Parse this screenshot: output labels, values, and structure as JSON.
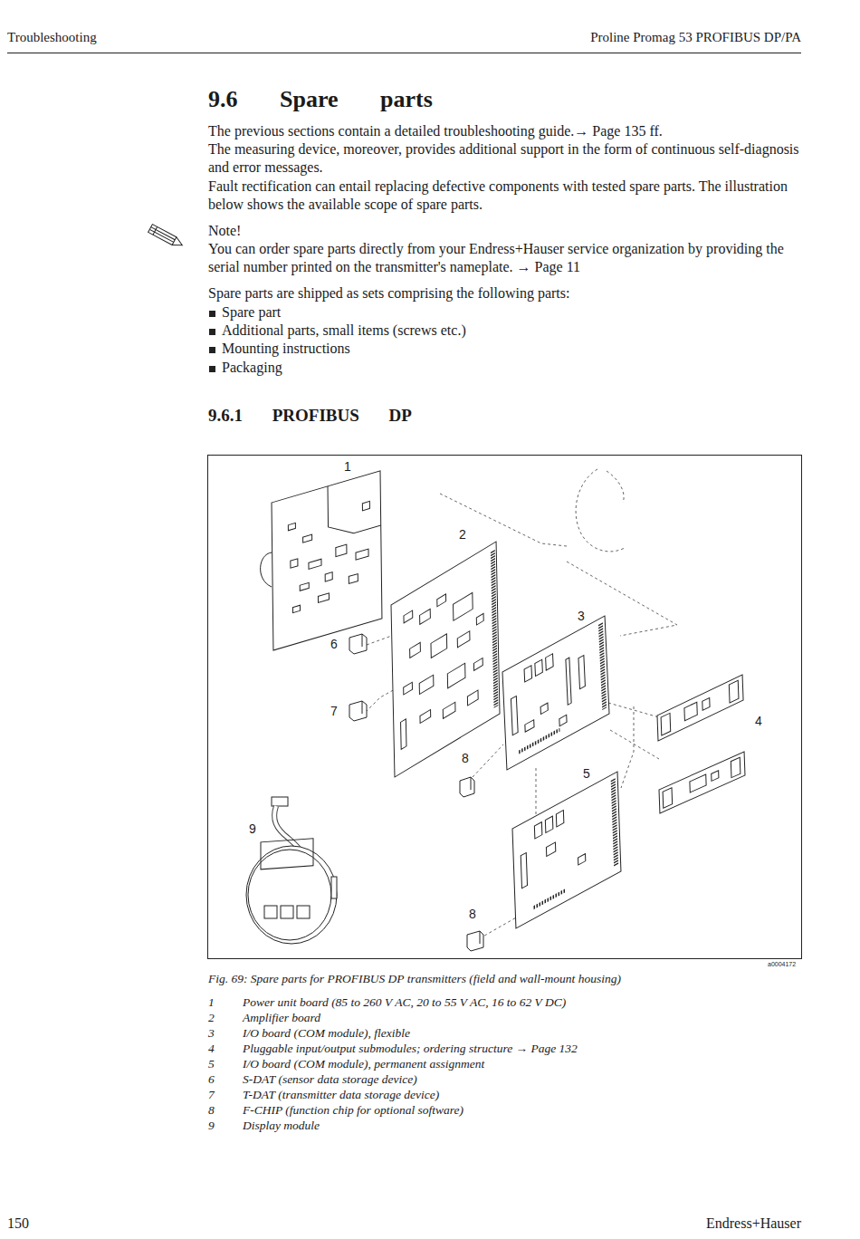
{
  "diagram": {
    "title": "9.6 Spare parts",
    "caption": "Fig. 69: Spare parts for PROFIBUS DP transmitters (field and wall-mount housing)",
    "labels": [
      "Troubleshooting",
      "Proline Promag 53 PROFIBUS DP/PA",
      "The previous sections contain a detailed troubleshooting guide.→ Page 135 ff.",
      "The measuring device, moreover, provides additional support in the form of continuous self-diagnosis and error messages.",
      "Fault rectification can entail replacing defective components with tested spare parts. The illustration below shows the available scope of spare parts.",
      "Note!",
      "You can order spare parts directly from your Endress+Hauser service organization by providing the serial number printed on the transmitter's nameplate. → Page 11",
      "Spare parts are shipped as sets comprising the following parts:",
      "Spare part",
      "Additional parts, small items (screws etc.)",
      "Mounting instructions",
      "Packaging",
      "9.6.1 PROFIBUS DP",
      "1",
      "2",
      "3",
      "6",
      "7",
      "4",
      "8",
      "5",
      "9",
      "8",
      "a0004172",
      "1",
      "Power unit board (85 to 260 V AC, 20 to 55 V AC, 16 to 62 V DC)",
      "2",
      "Amplifier board",
      "3",
      "I/O board (COM module), flexible",
      "4",
      "Pluggable input/output submodules; ordering structure → Page 132",
      "5",
      "I/O board (COM module), permanent assignment",
      "6",
      "S-DAT (sensor data storage device)",
      "7",
      "T-DAT (transmitter data storage device)",
      "8",
      "F-CHIP (function chip for optional software)",
      "9",
      "Display module",
      "150",
      "Endress+Hauser"
    ]
  }
}
